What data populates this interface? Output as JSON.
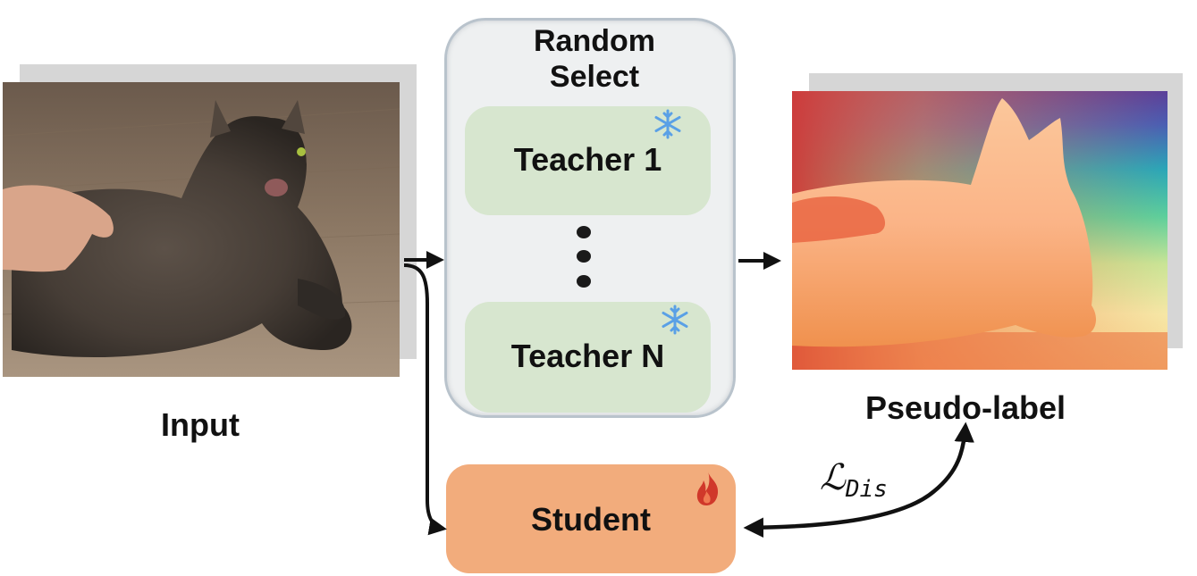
{
  "diagram": {
    "input_label": "Input",
    "panel_title": "Random\nSelect",
    "teacher_first": "Teacher 1",
    "teacher_last": "Teacher N",
    "output_label": "Pseudo-label",
    "student_label": "Student",
    "loss_symbol": "ℒ",
    "loss_subscript": "Dis",
    "icons": [
      "snowflake-icon",
      "flame-icon",
      "ellipsis-dots"
    ]
  },
  "colors": {
    "teacher_fill": "#d7e6cf",
    "student_fill": "#f2ac7c",
    "panel_fill": "#eef0f1",
    "panel_border": "#b9c3cc",
    "snowflake": "#5aa0e6",
    "flame": "#d0382a"
  }
}
